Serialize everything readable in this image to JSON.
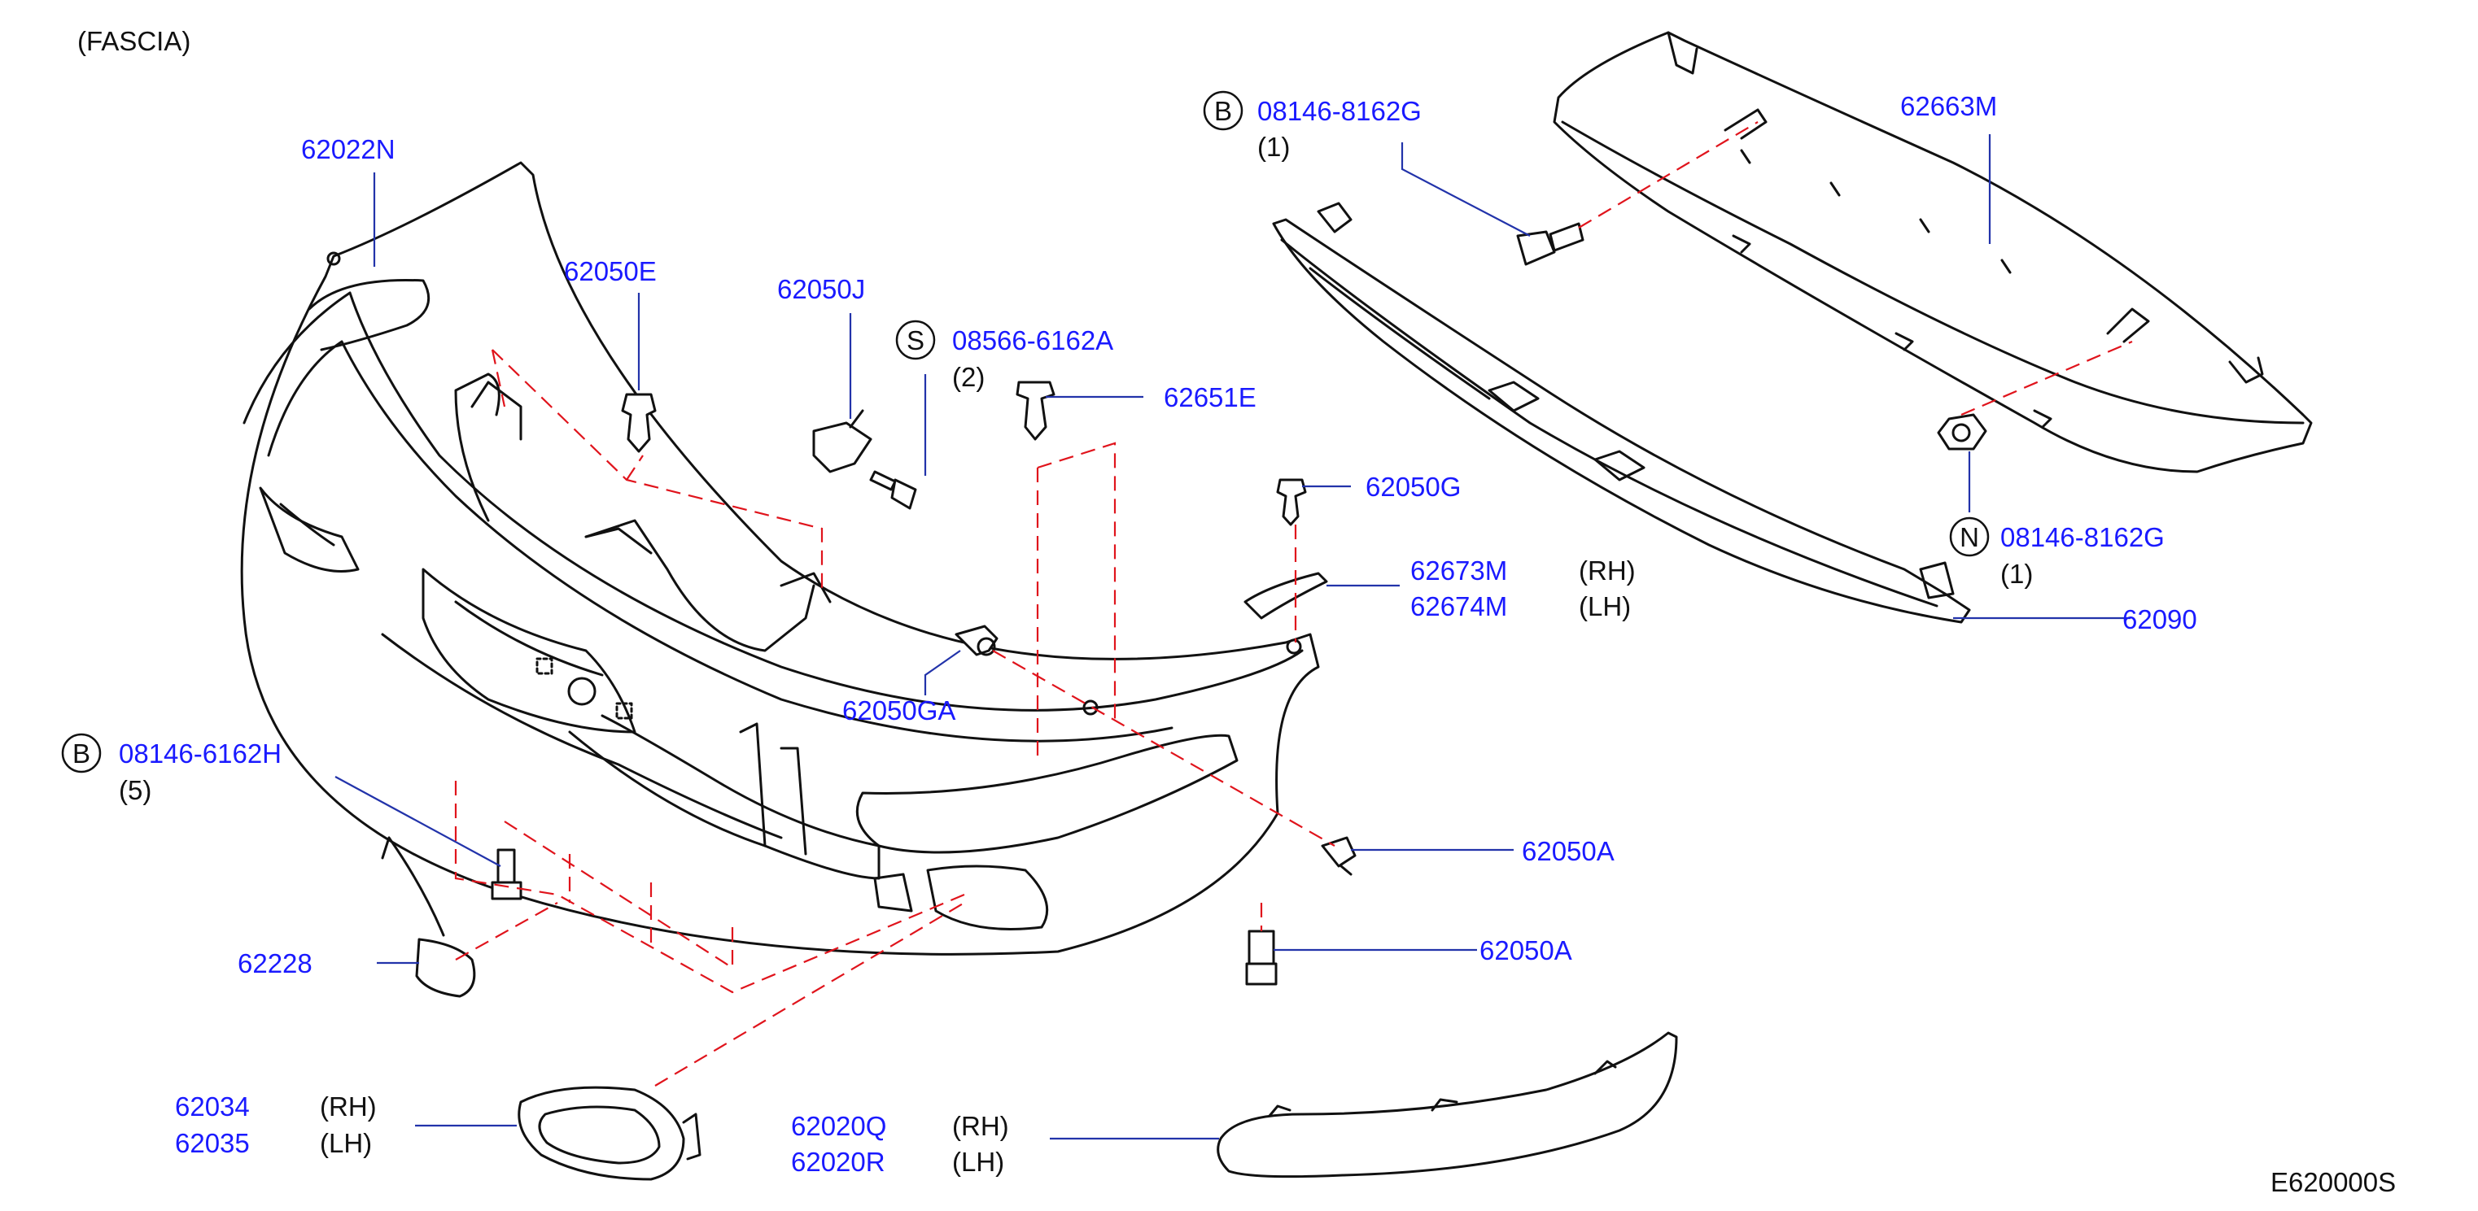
{
  "header": {
    "section": "(FASCIA)"
  },
  "footer": {
    "diagram_code": "E620000S"
  },
  "colors": {
    "part_number": "#1a1aff",
    "leader": "#2233aa",
    "dash": "#e0141c",
    "ink": "#111111"
  },
  "callouts": {
    "p62022N": {
      "part": "62022N"
    },
    "p62050E": {
      "part": "62050E"
    },
    "p62050J": {
      "part": "62050J"
    },
    "p08566": {
      "part": "08566-6162A",
      "badge": "S",
      "qty": "(2)"
    },
    "p62651E": {
      "part": "62651E"
    },
    "p08146G_top": {
      "part": "08146-8162G",
      "badge": "B",
      "qty": "(1)"
    },
    "p62663M": {
      "part": "62663M"
    },
    "p62050G": {
      "part": "62050G"
    },
    "p62673M": {
      "part": "62673M",
      "side": "(RH)"
    },
    "p62674M": {
      "part": "62674M",
      "side": "(LH)"
    },
    "p08146G_n": {
      "part": "08146-8162G",
      "badge": "N",
      "qty": "(1)"
    },
    "p62090": {
      "part": "62090"
    },
    "p62050GA": {
      "part": "62050GA"
    },
    "p08146H": {
      "part": "08146-6162H",
      "badge": "B",
      "qty": "(5)"
    },
    "p62050A_1": {
      "part": "62050A"
    },
    "p62050A_2": {
      "part": "62050A"
    },
    "p62228": {
      "part": "62228"
    },
    "p62034": {
      "part": "62034",
      "side": "(RH)"
    },
    "p62035": {
      "part": "62035",
      "side": "(LH)"
    },
    "p62020Q": {
      "part": "62020Q",
      "side": "(RH)"
    },
    "p62020R": {
      "part": "62020R",
      "side": "(LH)"
    }
  }
}
